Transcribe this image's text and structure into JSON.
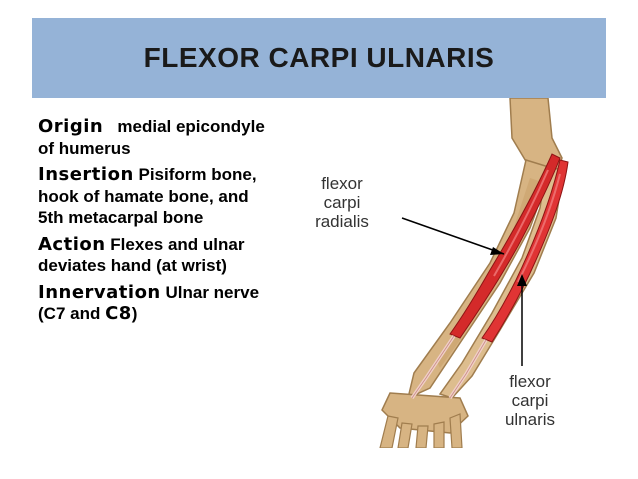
{
  "slide": {
    "title": "FLEXOR CARPI ULNARIS",
    "colors": {
      "title_bar": "#95b3d7",
      "bone": "#d7b483",
      "muscle": "#d42a2a",
      "tendon": "#f0cfc8"
    }
  },
  "details": {
    "origin": {
      "term": "Origin",
      "text": "medial epicondyle of humerus"
    },
    "insertion": {
      "term": "Insertion",
      "text": "Pisiform bone, hook of hamate bone, and 5th metacarpal bone"
    },
    "action": {
      "term": "Action",
      "text": "Flexes and ulnar deviates hand (at wrist)"
    },
    "innervation": {
      "term": "Innervation",
      "text_before": "Ulnar nerve (C7 and ",
      "highlight": "C8",
      "text_after": ")"
    }
  },
  "illustration": {
    "labels": {
      "radialis": [
        "flexor",
        "carpi",
        "radialis"
      ],
      "ulnaris": [
        "flexor",
        "carpi",
        "ulnaris"
      ]
    }
  }
}
